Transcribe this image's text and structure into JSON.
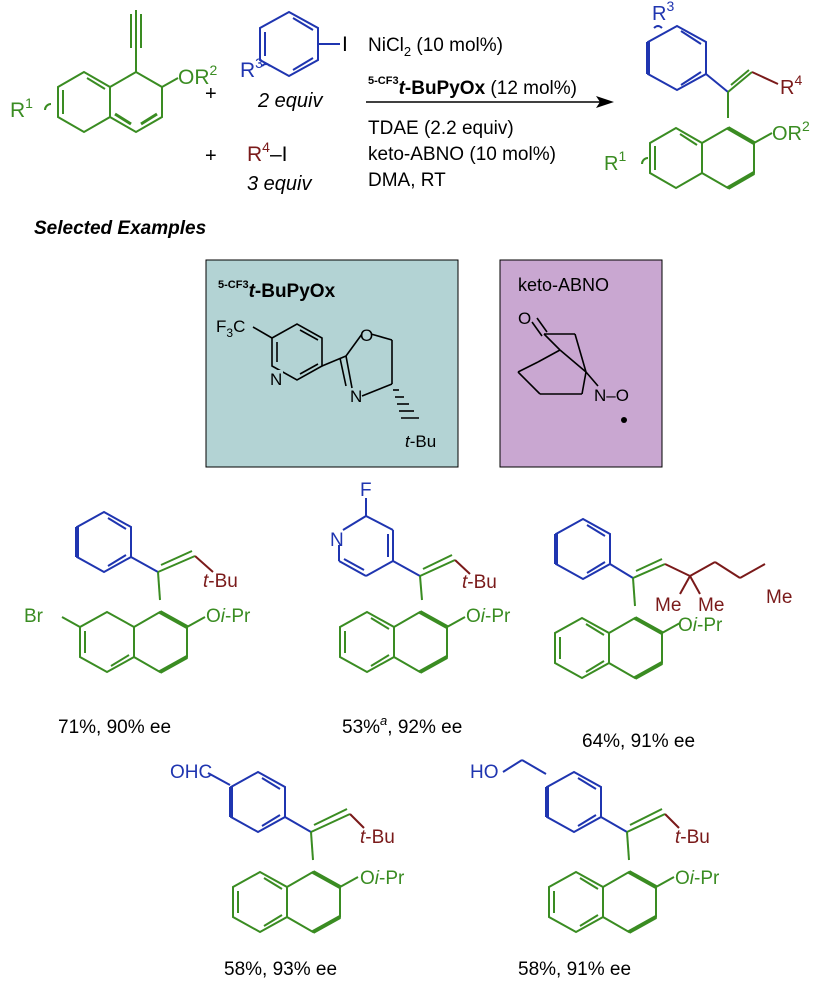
{
  "colors": {
    "green": "#3a8c22",
    "blue": "#1f35b0",
    "maroon": "#7a1a1a",
    "black": "#000000",
    "teal_box": "#b3d3d4",
    "purple_box": "#c9a7d1"
  },
  "reaction": {
    "plus_1": "+",
    "plus_2": "+",
    "aryl_equiv": "2 equiv",
    "alkyl_equiv": "3 equiv",
    "alkyl_iodide_r": "R",
    "alkyl_iodide_sup": "4",
    "alkyl_iodide_rest": "–I",
    "aryl_iodide_i": "I",
    "cond_nicl2": "NiCl",
    "cond_nicl2_sub": "2",
    "cond_nicl2_amt": " (10 mol%)",
    "cond_ligand_sup": "5-CF3",
    "cond_ligand_t": "t",
    "cond_ligand_name": "-BuPyOx",
    "cond_ligand_amt": " (12 mol%)",
    "cond_tdae": "TDAE (2.2 equiv)",
    "cond_abno": "keto-ABNO (10 mol%)",
    "cond_solvent": "DMA, RT"
  },
  "labels": {
    "R1": "R",
    "R1_sup": "1",
    "OR2": "OR",
    "OR2_sup": "2",
    "R3": "R",
    "R3_sup": "3",
    "R4": "R",
    "R4_sup": "4"
  },
  "section_title": "Selected Examples",
  "ligand_box": {
    "title_sup": "5-CF3",
    "title_t": "t",
    "title_rest": "-BuPyOx",
    "cf3": "F",
    "cf3_sub": "3",
    "cf3_c": "C",
    "n_pyr": "N",
    "n_ox": "N",
    "o_ox": "O",
    "tbu_t": "t",
    "tbu_rest": "-Bu"
  },
  "abno_box": {
    "title": "keto-ABNO",
    "o_ketone": "O",
    "n_o": "N–O"
  },
  "examples": [
    {
      "substituent": "Br",
      "yield": "71%, 90% ee"
    },
    {
      "substituent": "F",
      "yield_pre": "53%",
      "yield_sup": "a",
      "yield_post": ", 92% ee"
    },
    {
      "substituent": "Me",
      "yield": "64%, 91% ee"
    },
    {
      "substituent": "OHC",
      "yield": "58%, 93% ee"
    },
    {
      "substituent": "HO",
      "yield": "58%, 91% ee"
    }
  ],
  "groups": {
    "tbu_t": "t",
    "tbu_rest": "-Bu",
    "oipr_o": "O",
    "oipr_i": "i",
    "oipr_rest": "-Pr",
    "me": "Me",
    "n": "N"
  }
}
